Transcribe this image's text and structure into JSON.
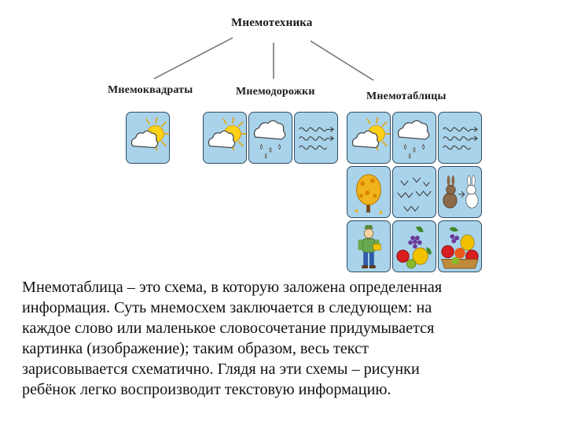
{
  "diagram": {
    "title": "Мнемотехника",
    "branches": [
      {
        "label": "Мнемоквадраты"
      },
      {
        "label": "Мнемодорожки"
      },
      {
        "label": "Мнемотаблицы"
      }
    ],
    "icons": {
      "square": [
        "sun-cloud"
      ],
      "track": [
        "sun-cloud",
        "rain-cloud",
        "wind"
      ],
      "table": [
        [
          "sun-cloud",
          "rain-cloud",
          "wind"
        ],
        [
          "yellow-tree",
          "birds",
          "hare"
        ],
        [
          "person",
          "fruit",
          "fruit-basket"
        ]
      ]
    },
    "colors": {
      "tile": "#a9d3ea",
      "tile_border": "#2f4c63",
      "connector": "#6d6d6d"
    }
  },
  "description": {
    "lines": [
      "Мнемотаблица – это схема, в которую заложена определенная",
      "информация. Суть мнемосхем заключается в следующем: на",
      "каждое слово или маленькое словосочетание придумывается",
      "картинка (изображение); таким образом, весь текст",
      "зарисовывается схематично. Глядя на эти схемы – рисунки",
      "ребёнок легко воспроизводит текстовую информацию."
    ]
  }
}
